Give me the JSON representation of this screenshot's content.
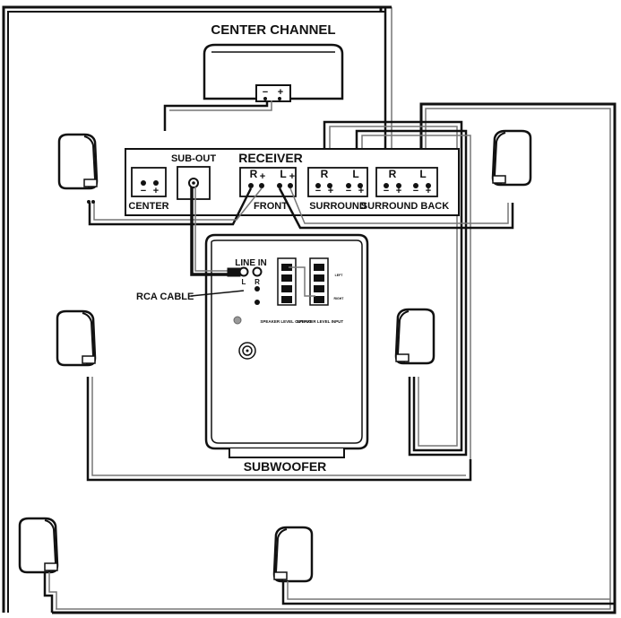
{
  "center_channel": {
    "title": "CENTER CHANNEL",
    "minus": "−",
    "plus": "+"
  },
  "receiver": {
    "title": "RECEIVER",
    "center": {
      "label": "CENTER",
      "minus": "−",
      "plus": "+"
    },
    "sub_out": {
      "label": "SUB-OUT"
    },
    "front": {
      "label": "FRONT",
      "right": "R",
      "left": "L",
      "plus": "+"
    },
    "surround": {
      "label": "SURROUND",
      "right": "R",
      "left": "L",
      "minus": "−",
      "plus": "+"
    },
    "surround_back": {
      "label": "SURROUND BACK",
      "right": "R",
      "left": "L",
      "minus": "−",
      "plus": "+"
    }
  },
  "subwoofer": {
    "title": "SUBWOOFER",
    "line_in": "LINE IN",
    "line_in_left": "L",
    "line_in_right": "R",
    "speaker_level_output": "SPEAKER LEVEL OUTPUT",
    "speaker_level_input": "SPEAKER LEVEL INPUT",
    "left_tag": "LEFT",
    "right_tag": "RIGHT"
  },
  "rca_cable": "RCA CABLE",
  "colors": {
    "line": "#111111",
    "fill": "#ffffff",
    "grey": "#9a9a9a"
  }
}
